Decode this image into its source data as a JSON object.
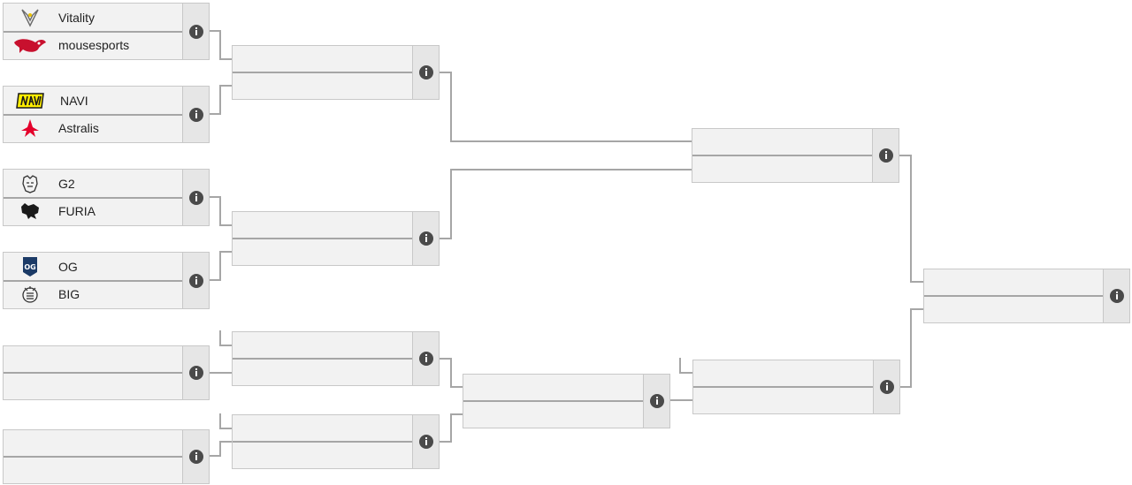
{
  "bracket": {
    "qf1": {
      "team1": {
        "name": "Vitality",
        "logo": "vitality-bee-logo"
      },
      "team2": {
        "name": "mousesports",
        "logo": "mousesports-mouse-logo"
      }
    },
    "qf2": {
      "team1": {
        "name": "NAVI",
        "logo": "navi-logo"
      },
      "team2": {
        "name": "Astralis",
        "logo": "astralis-star-logo"
      }
    },
    "qf3": {
      "team1": {
        "name": "G2",
        "logo": "g2-samurai-logo"
      },
      "team2": {
        "name": "FURIA",
        "logo": "furia-panther-logo"
      }
    },
    "qf4": {
      "team1": {
        "name": "OG",
        "logo": "og-logo"
      },
      "team2": {
        "name": "BIG",
        "logo": "big-logo"
      }
    }
  },
  "icons": {
    "match_info": "info-icon"
  },
  "colors": {
    "box_bg": "#f2f2f2",
    "box_border": "#c8c8c8",
    "connector": "#a6a6a6",
    "info_icon": "#4a4a4a",
    "astralis": "#e4002b",
    "mousesports": "#c8102e",
    "navi": "#ffee00",
    "og": "#1b3a66"
  }
}
